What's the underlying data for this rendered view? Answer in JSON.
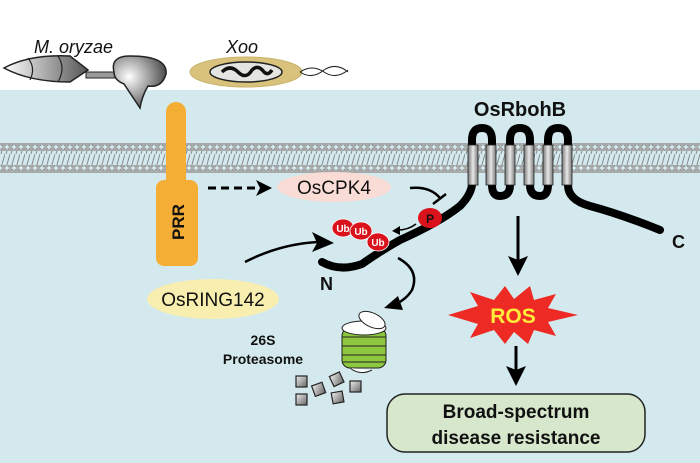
{
  "pathogens": {
    "fungus_label": "M. oryzae",
    "bacterium_label": "Xoo"
  },
  "receptor": {
    "label": "PRR"
  },
  "kinase": {
    "label": "OsCPK4"
  },
  "ligase": {
    "label": "OsRING142"
  },
  "oxidase": {
    "label": "OsRbohB",
    "n_terminus": "N",
    "c_terminus": "C"
  },
  "modifications": {
    "phospho": "P",
    "ubiquitin": [
      "Ub",
      "Ub",
      "Ub"
    ]
  },
  "proteasome": {
    "label_line1": "26S",
    "label_line2": "Proteasome"
  },
  "ros": {
    "label": "ROS"
  },
  "outcome": {
    "line1": "Broad-spectrum",
    "line2": "disease resistance"
  },
  "colors": {
    "cytoplasm": "#d3e9ee",
    "prr": "#f4ae35",
    "kinase_fill": "#f9dcd6",
    "ligase_fill": "#f8eeb0",
    "ubiquitin": "#d9121b",
    "ros_star": "#ee2a24",
    "ros_text": "#ffec3a",
    "outcome_fill": "#d6e7cc",
    "proteasome": "#8dc63f",
    "xoo_capsule": "#d9c27c"
  }
}
